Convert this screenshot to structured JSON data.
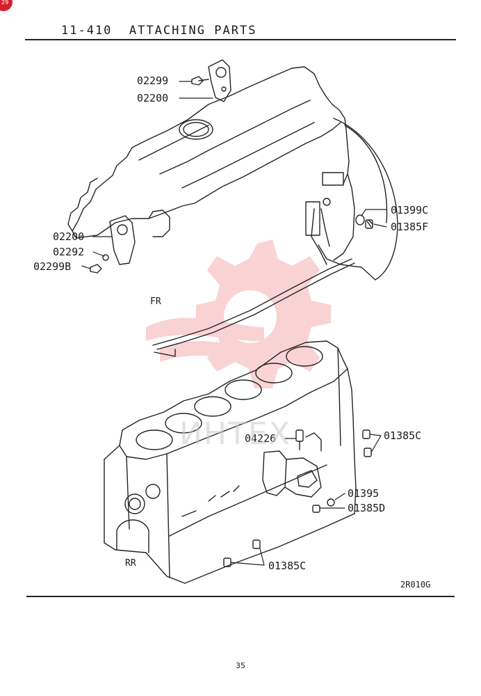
{
  "header": {
    "section_code": "11-410",
    "title": "ATTACHING PARTS"
  },
  "corner_badge": "29",
  "direction_labels": {
    "front": "FR",
    "rear": "RR"
  },
  "part_labels": {
    "p02299": "02299",
    "p02200_top": "02200",
    "p02200_left": "02200",
    "p02292": "02292",
    "p02299B": "02299B",
    "p01399C": "01399C",
    "p01385F": "01385F",
    "p04226": "04226",
    "p01385C_right": "01385C",
    "p01395": "01395",
    "p01385D": "01385D",
    "p01385C_bottom": "01385C"
  },
  "watermark": {
    "text": "ИНТЕХ",
    "color": "#e8383d"
  },
  "drawing_code": "2R010G",
  "page_number": "35"
}
